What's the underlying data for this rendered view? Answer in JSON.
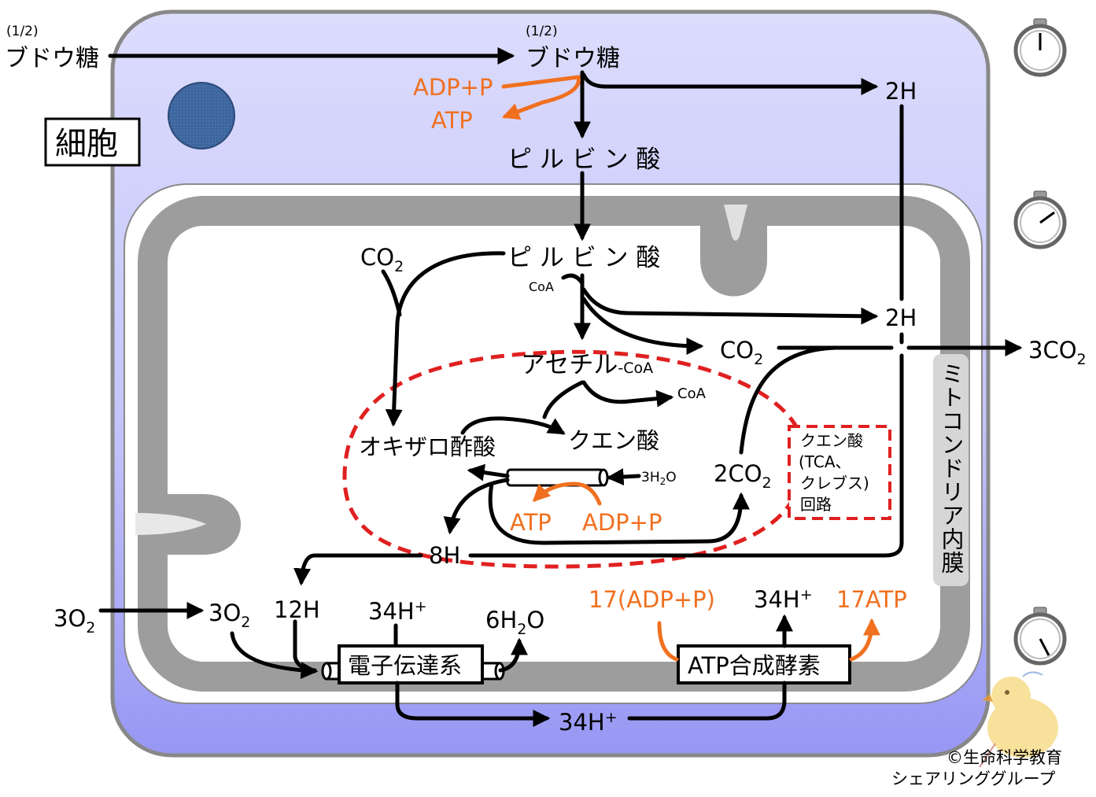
{
  "colors": {
    "cytoplasm": "#c9c9fb",
    "cytoplasm_bottom": "#9a9af5",
    "membrane": "#9d9d9d",
    "nucleus": "#3d659e",
    "arrow": "#000000",
    "atp_flow": "#f07020",
    "citric_cycle_border": "#e02020"
  },
  "labels": {
    "half_left": "(1/2)",
    "glucose_left": "ブドウ糖",
    "half_top": "(1/2)",
    "glucose_top": "ブドウ糖",
    "adp_p_glycolysis": "ADP+P",
    "atp_glycolysis": "ATP",
    "two_h_top": "2H",
    "cell_label": "細胞",
    "pyruvate_cytoplasm": "ピ ル ビ ン 酸",
    "pyruvate_mito": "ピ ル ビ ン 酸",
    "co2_pyruvate_main": "CO",
    "co2_pyruvate_sub": "2",
    "coa_small": "CoA",
    "two_h_mito": "2H",
    "co2_main": "CO",
    "co2_sub": "2",
    "three_co2_main": "3CO",
    "three_co2_sub": "2",
    "acetyl_main": "アセチル",
    "acetyl_coa_suffix": "-CoA",
    "coa_release": "CoA",
    "oxaloacetate": "オキザロ酢酸",
    "citrate": "クエン酸",
    "water_in_pre": "3H",
    "water_in_sub": "2",
    "water_in_post": "O",
    "atp_cycle": "ATP",
    "adp_p_cycle": "ADP+P",
    "two_co2_main": "2CO",
    "two_co2_sub": "2",
    "eight_h": "8H",
    "tca_box_line1": "クエン酸",
    "tca_box_line2": "(TCA、",
    "tca_box_line3": "クレブス)",
    "tca_box_line4": "回路",
    "inner_membrane_label": "ミトコンドリア内膜",
    "o2_outside_main": "3O",
    "o2_outside_sub": "2",
    "o2_inside_main": "3O",
    "o2_inside_sub": "2",
    "twelve_h": "12H",
    "h_plus_in_base": "34H",
    "h_plus_in_sup": "+",
    "water_out_pre": "6H",
    "water_out_sub": "2",
    "water_out_post": "O",
    "etc_label": "電子伝達系",
    "adp_p_synthase": "17(ADP+P)",
    "h_plus_out_base": "34H",
    "h_plus_out_sup": "+",
    "atp_synthase_out": "17ATP",
    "atp_synthase_label": "ATP合成酵素",
    "h_plus_bottom_base": "34H",
    "h_plus_bottom_sup": "+",
    "copyright_line1": "©生命科学教育",
    "copyright_line2": "シェアリンググループ"
  }
}
